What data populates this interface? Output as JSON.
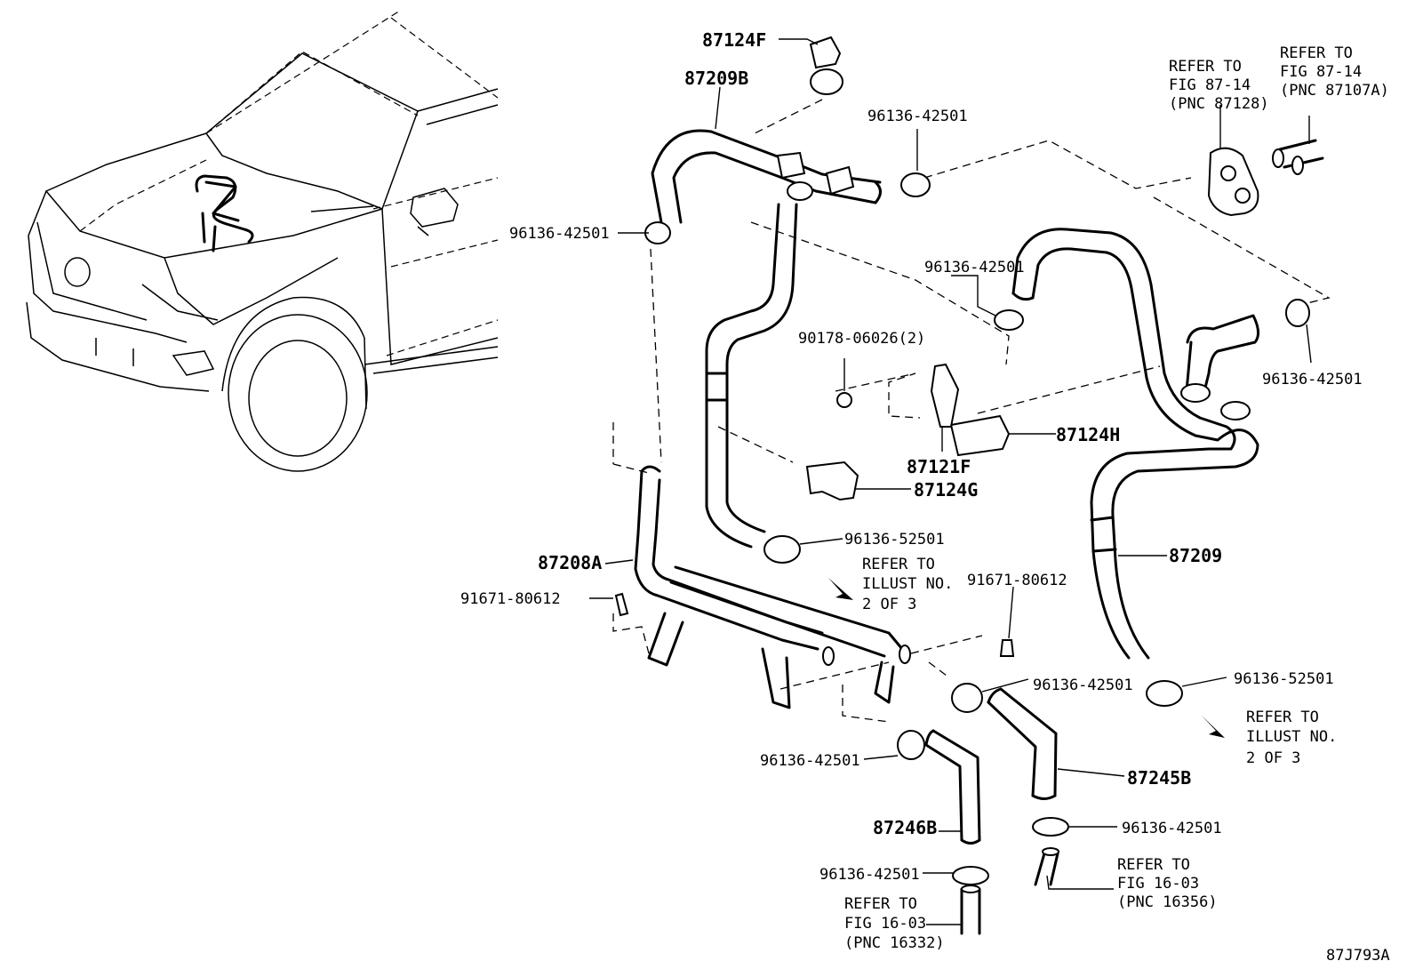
{
  "diagram_id": "87J793A",
  "callouts": {
    "p87124F": "87124F",
    "p87209B": "87209B",
    "c96136_42501_a": "96136-42501",
    "c96136_42501_b": "96136-42501",
    "c96136_42501_c": "96136-42501",
    "c96136_42501_d": "96136-42501",
    "c96136_42501_e": "96136-42501",
    "c96136_42501_f": "96136-42501",
    "c96136_42501_g": "96136-42501",
    "c96136_42501_h": "96136-42501",
    "p90178": "90178-06026(2)",
    "p87124H": "87124H",
    "p87121F": "87121F",
    "p87124G": "87124G",
    "c96136_52501_a": "96136-52501",
    "c96136_52501_b": "96136-52501",
    "p87208A": "87208A",
    "p91671_a": "91671-80612",
    "p91671_b": "91671-80612",
    "p87209": "87209",
    "p87245B": "87245B",
    "p87246B": "87246B"
  },
  "references": {
    "fig87_14_87128": [
      "REFER TO",
      "FIG 87-14",
      "(PNC 87128)"
    ],
    "fig87_14_87107A": [
      "REFER TO",
      "FIG 87-14",
      "(PNC 87107A)"
    ],
    "illust_a": [
      "REFER TO",
      "ILLUST NO.",
      "2 OF 3"
    ],
    "illust_b": [
      "REFER TO",
      "ILLUST NO.",
      "2 OF 3"
    ],
    "fig16_03_16356": [
      "REFER TO",
      "FIG 16-03",
      "(PNC 16356)"
    ],
    "fig16_03_16332": [
      "REFER TO",
      "FIG 16-03",
      "(PNC 16332)"
    ]
  }
}
